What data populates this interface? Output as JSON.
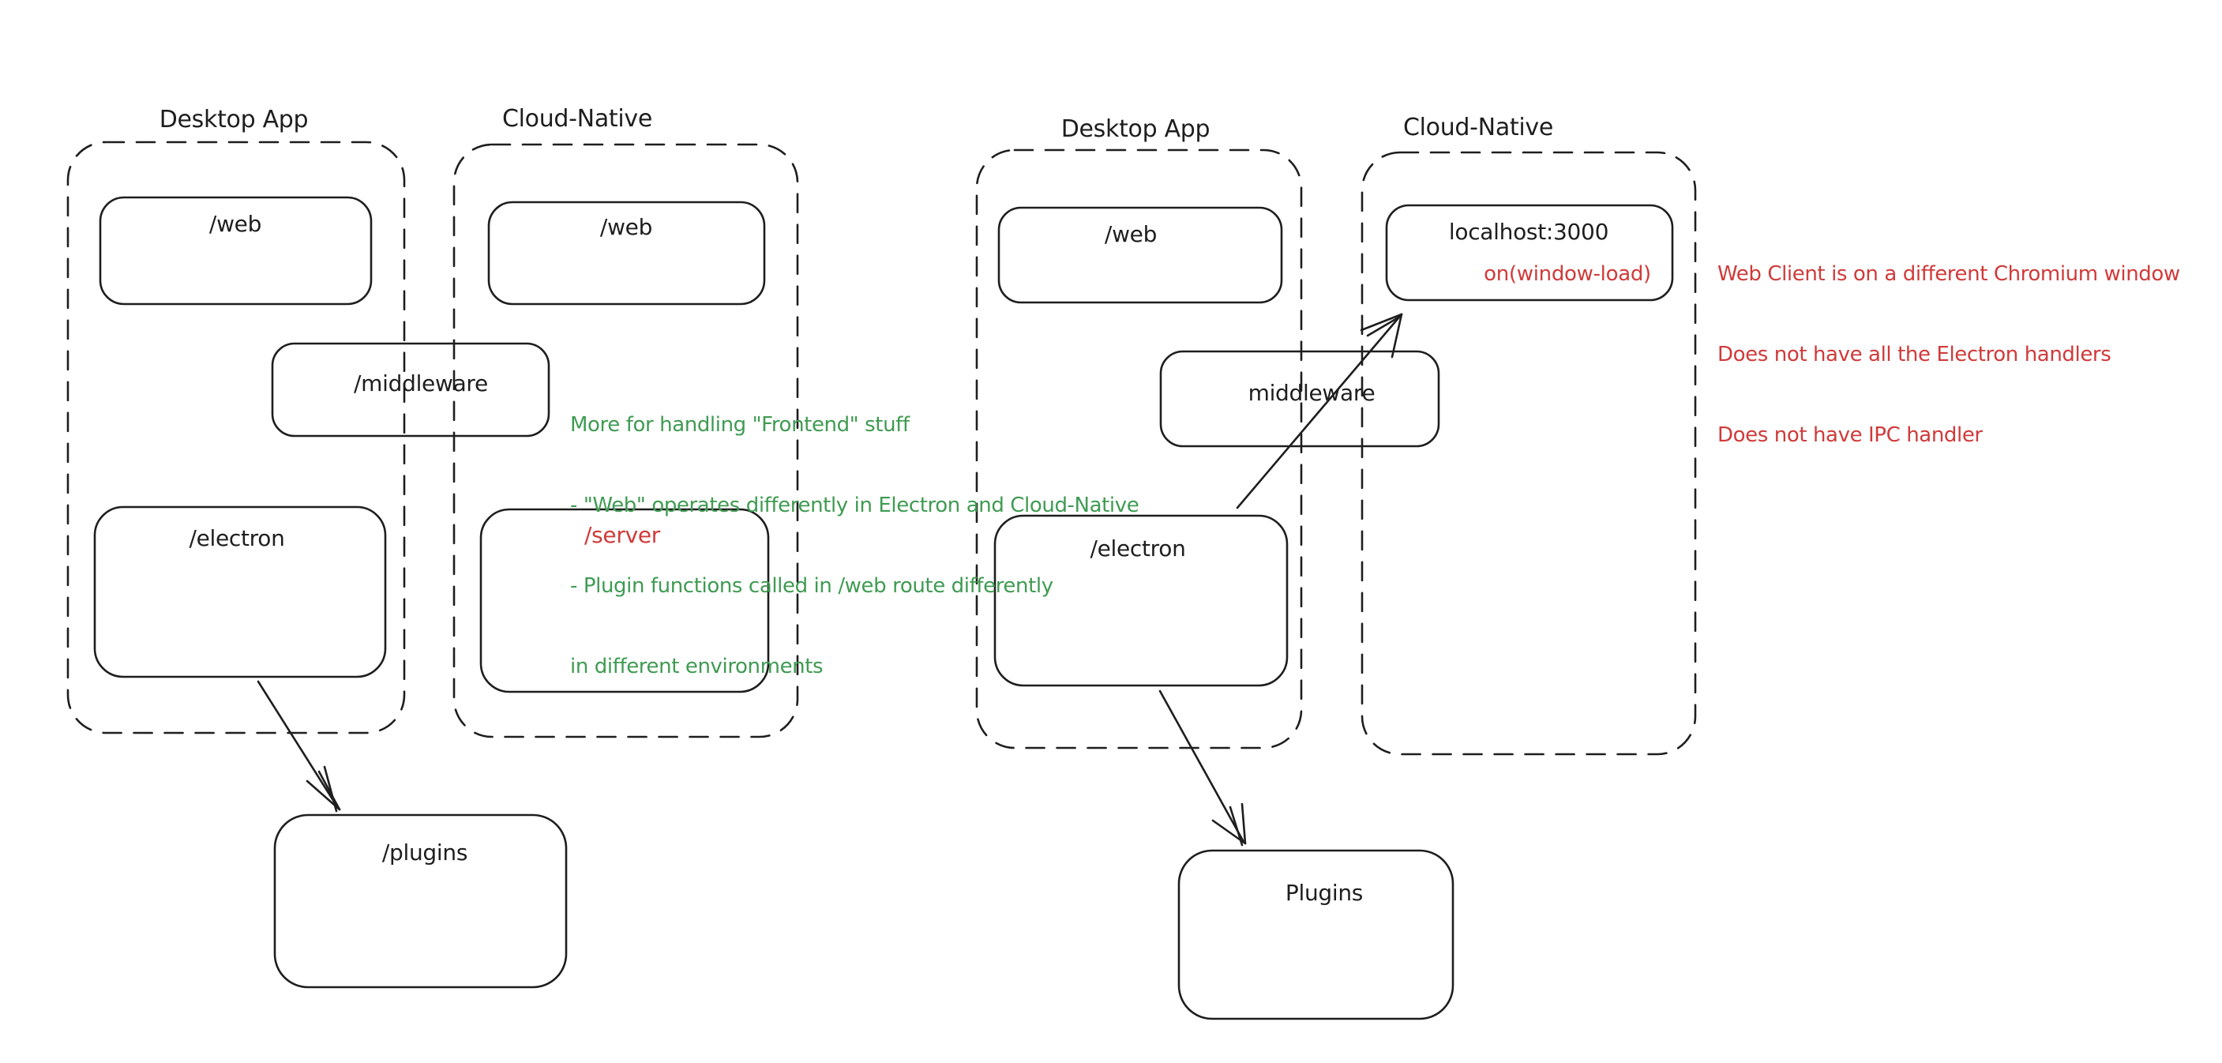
{
  "colors": {
    "ink": "#1e1e1e",
    "red": "#d03a3a",
    "green": "#3f9b52",
    "background": "#ffffff"
  },
  "diagram_left": {
    "desktop_container_label": "Desktop App",
    "cloud_container_label": "Cloud-Native",
    "web_desktop_label": "/web",
    "web_cloud_label": "/web",
    "middleware_label": "/middleware",
    "electron_label": "/electron",
    "server_label": "/server",
    "plugins_label": "/plugins",
    "note_green": {
      "lines": [
        "More for handling \"Frontend\" stuff",
        "- \"Web\" operates differently in Electron and Cloud-Native",
        "- Plugin functions called in /web route differently",
        "in different environments"
      ]
    }
  },
  "diagram_right": {
    "desktop_container_label": "Desktop App",
    "cloud_container_label": "Cloud-Native",
    "web_label": "/web",
    "localhost_label": "localhost:3000",
    "localhost_event_label": "on(window-load)",
    "middleware_label": "middleware",
    "electron_label": "/electron",
    "plugins_label": "Plugins",
    "note_red": {
      "lines": [
        "Web Client is on a different Chromium window",
        "Does not have all the Electron handlers",
        "Does not have IPC handler"
      ]
    }
  }
}
